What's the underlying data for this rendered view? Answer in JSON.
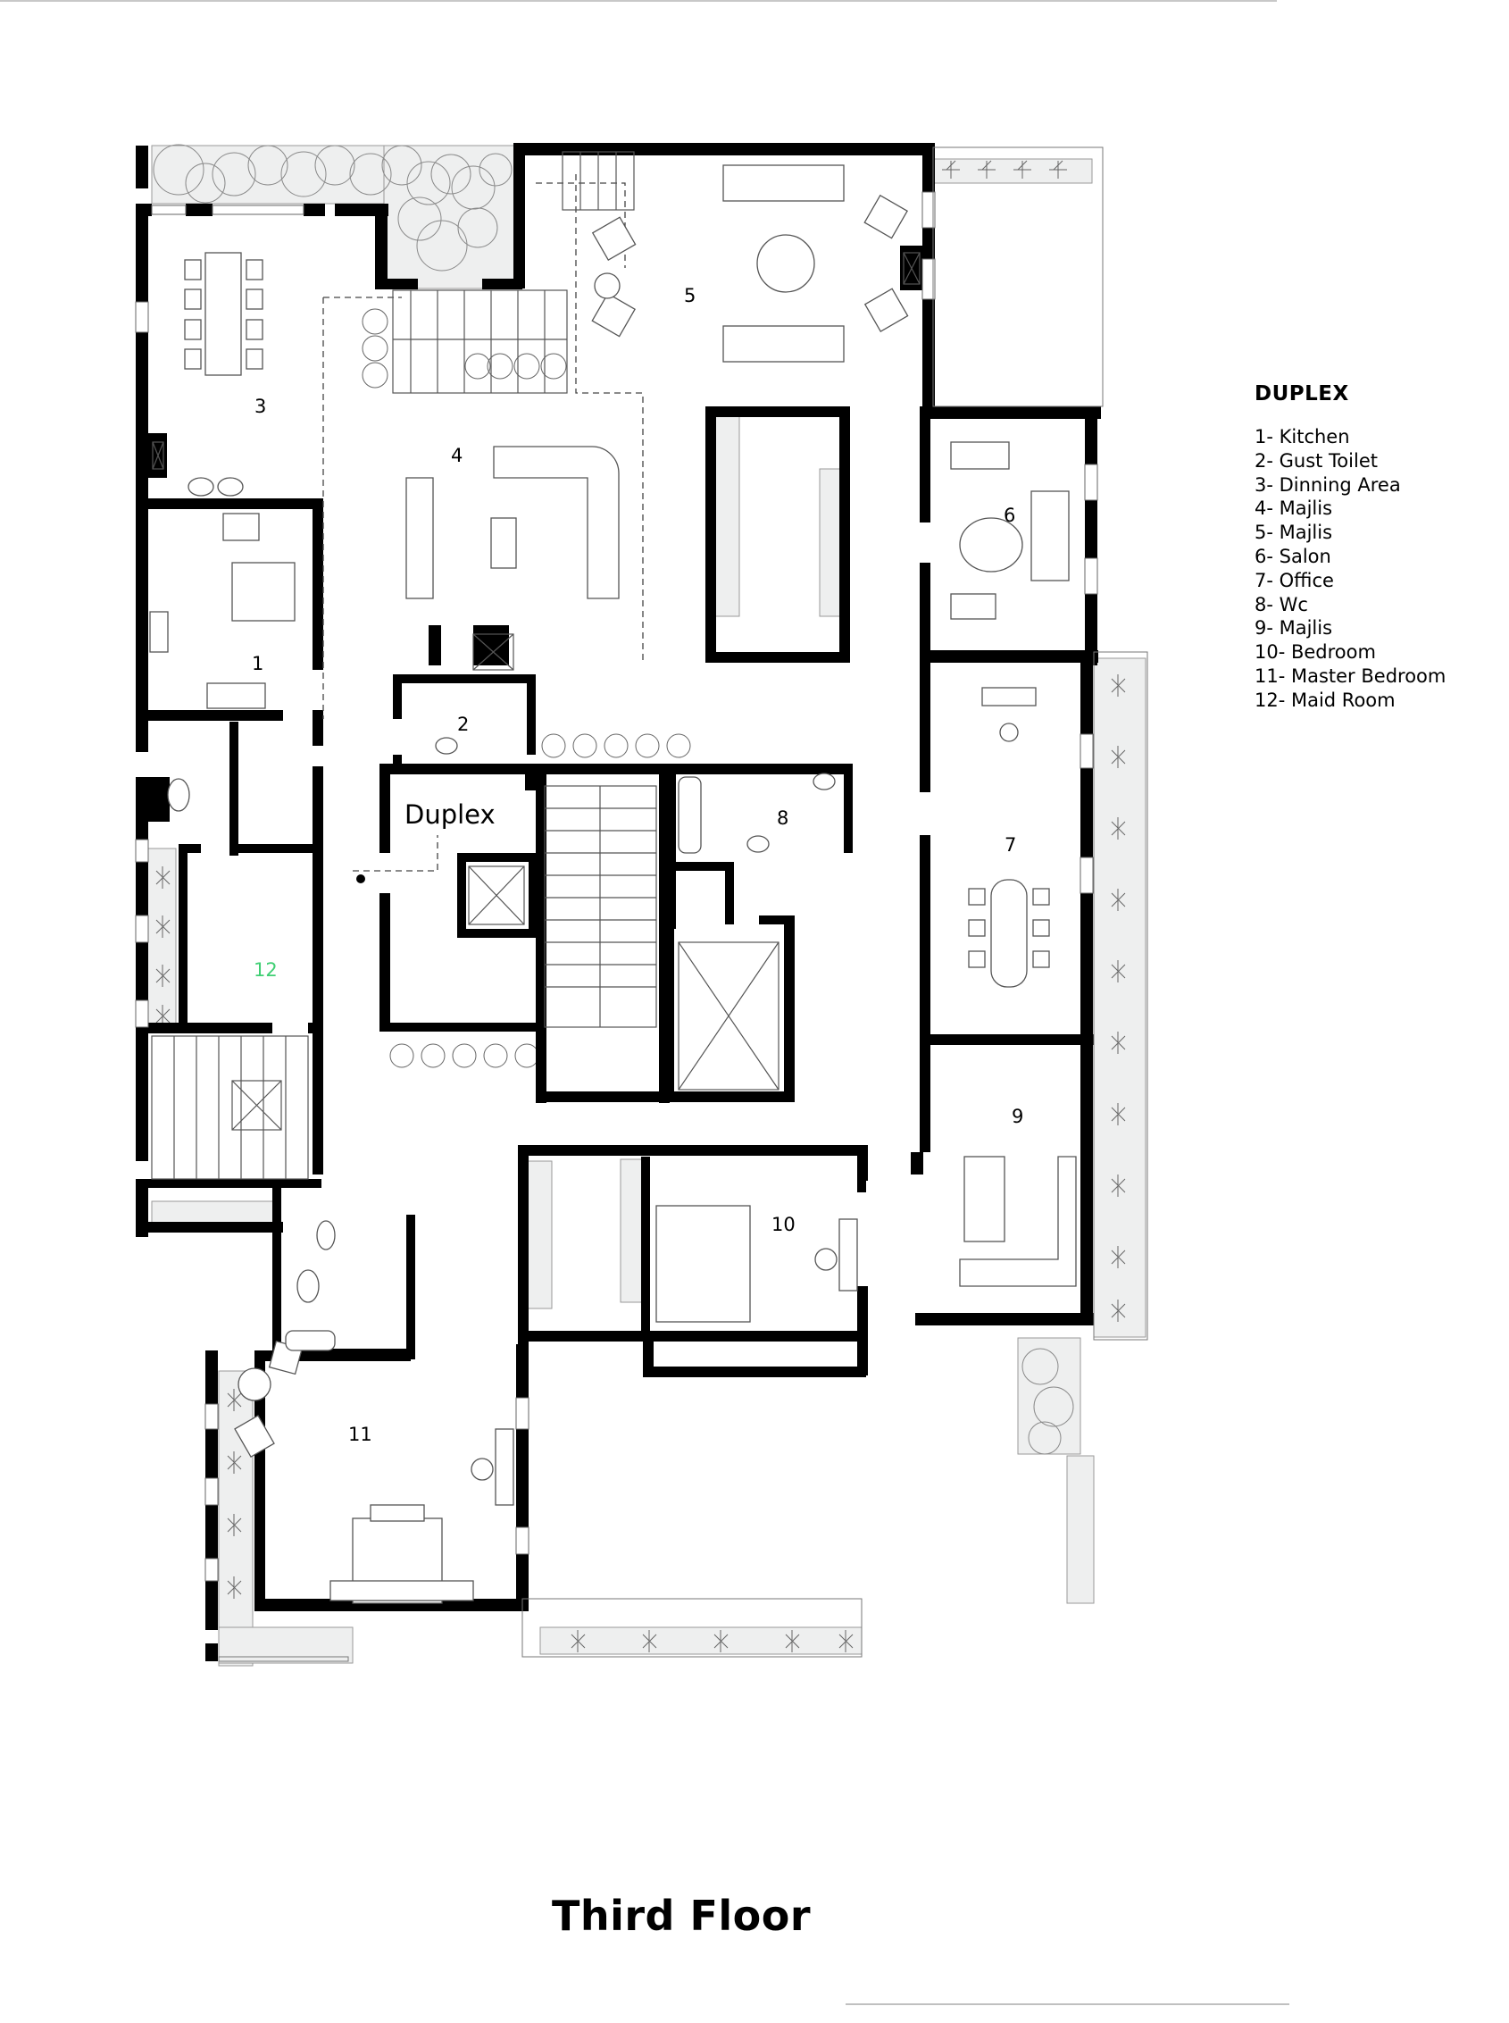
{
  "legend": {
    "title": "DUPLEX",
    "items": [
      {
        "number": "1",
        "label": "1- Kitchen"
      },
      {
        "number": "2",
        "label": "2- Gust Toilet"
      },
      {
        "number": "3",
        "label": "3- Dinning Area"
      },
      {
        "number": "4",
        "label": "4- Majlis"
      },
      {
        "number": "5",
        "label": "5- Majlis"
      },
      {
        "number": "6",
        "label": "6- Salon"
      },
      {
        "number": "7",
        "label": "7- Office"
      },
      {
        "number": "8",
        "label": "8- Wc"
      },
      {
        "number": "9",
        "label": "9- Majlis"
      },
      {
        "number": "10",
        "label": "10- Bedroom"
      },
      {
        "number": "11",
        "label": "11- Master Bedroom"
      },
      {
        "number": "12",
        "label": "12- Maid Room"
      }
    ]
  },
  "plan": {
    "entrance_label": "Duplex",
    "room_numbers": {
      "r1": "1",
      "r2": "2",
      "r3": "3",
      "r4": "4",
      "r5": "5",
      "r6": "6",
      "r7": "7",
      "r8": "8",
      "r9": "9",
      "r10": "10",
      "r11": "11",
      "r12": "12"
    },
    "colors": {
      "wall": "#000000",
      "garden": "#eeefef",
      "maid_room_number": "#3fcf73"
    }
  },
  "title": "Third Floor"
}
